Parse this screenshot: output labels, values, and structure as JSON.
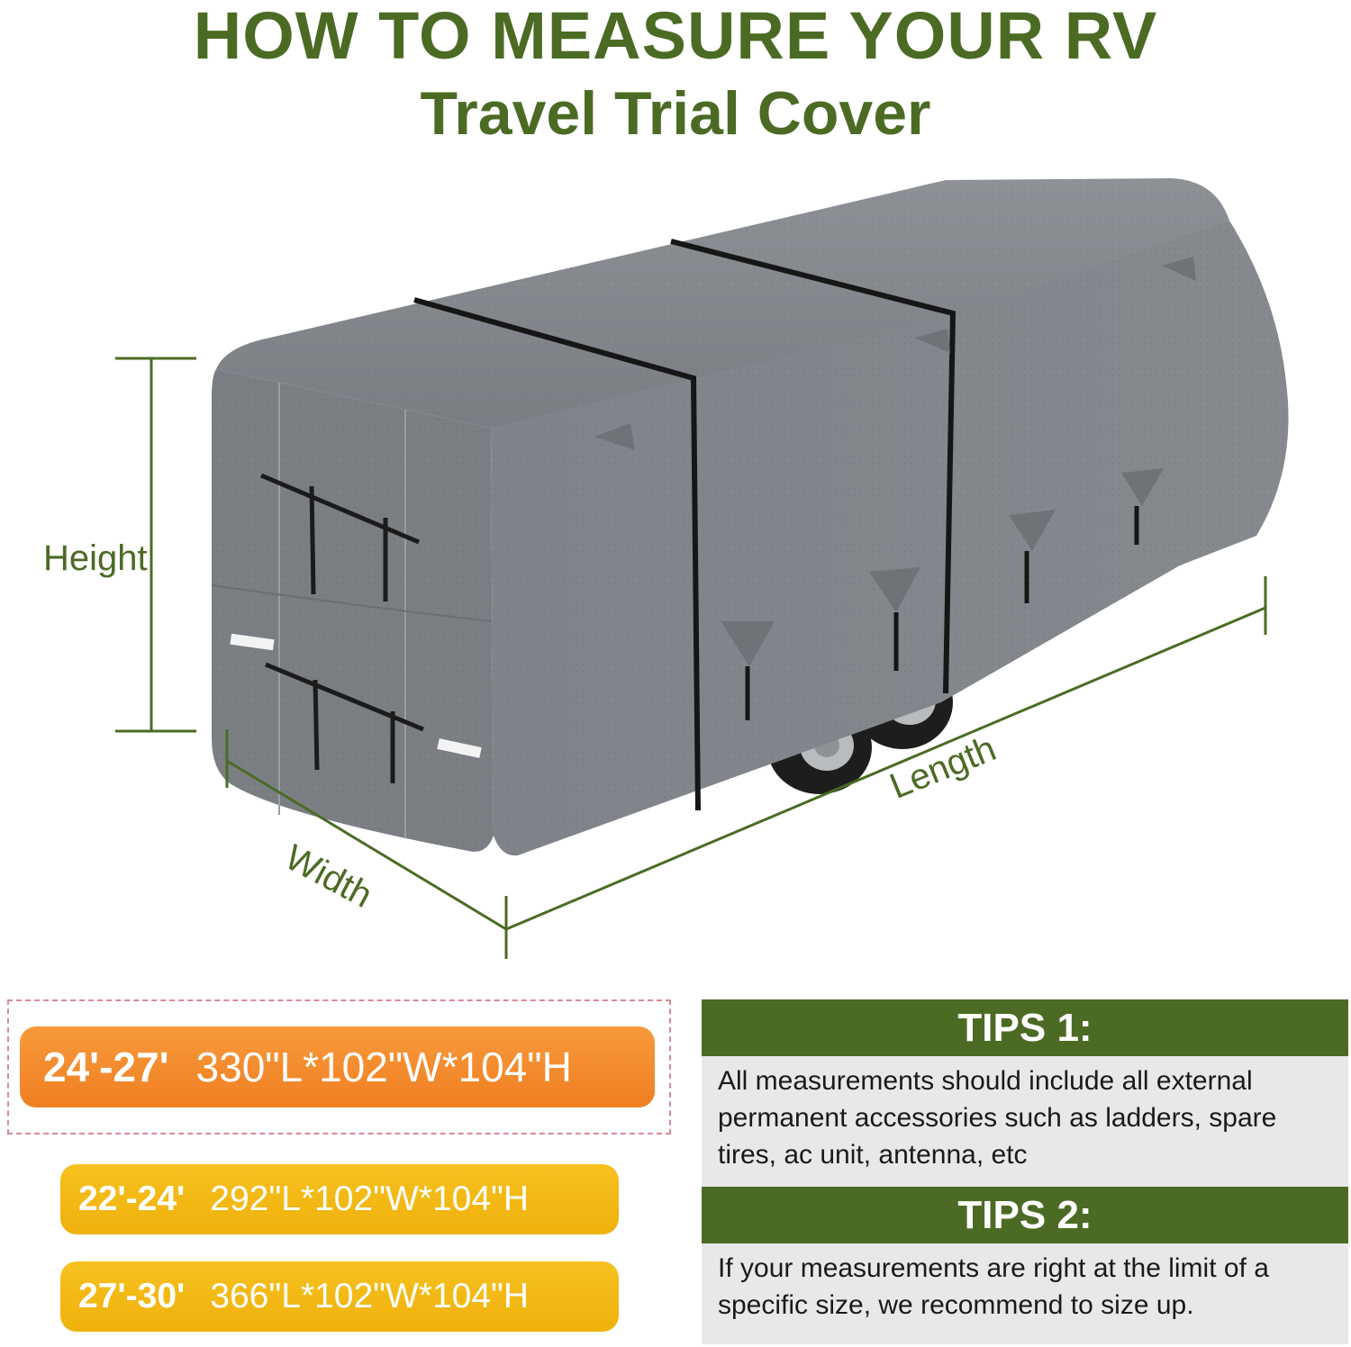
{
  "header": {
    "title": "HOW TO MEASURE YOUR RV",
    "subtitle": "Travel Trial Cover"
  },
  "dimensions": {
    "height": "Height",
    "width": "Width",
    "length": "Length"
  },
  "sizes": [
    {
      "range": "24'-27'",
      "measure": "330\"L*102\"W*104\"H",
      "highlighted": true
    },
    {
      "range": "22'-24'",
      "measure": "292\"L*102\"W*104\"H",
      "highlighted": false
    },
    {
      "range": "27'-30'",
      "measure": "366\"L*102\"W*104\"H",
      "highlighted": false
    }
  ],
  "tips": [
    {
      "heading": "TIPS 1:",
      "text": "All measurements should include all external permanent accessories such as ladders, spare tires, ac unit, antenna, etc"
    },
    {
      "heading": "TIPS 2:",
      "text": "If your measurements are right at the limit of a specific size, we recommend to size up."
    }
  ],
  "colors": {
    "brand_green": "#4b6b24",
    "highlight_orange": "#f07f22",
    "secondary_yellow": "#efb10c",
    "cover_grey": "#7c8085",
    "tips_background": "#e8e8e8"
  }
}
